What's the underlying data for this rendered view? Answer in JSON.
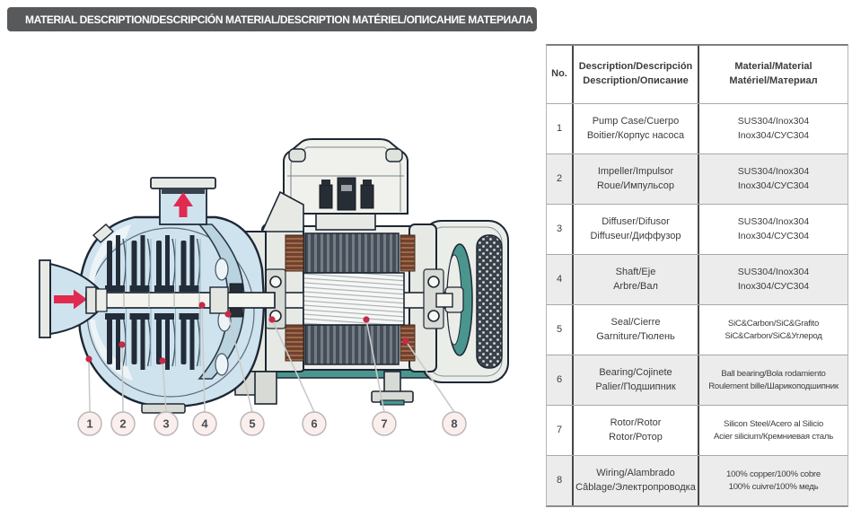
{
  "header": {
    "title": "MATERIAL DESCRIPTION/DESCRIPCIÓN MATERIAL/DESCRIPTION MATÉRIEL/ОПИСАНИЕ МАТЕРИАЛА"
  },
  "diagram": {
    "type": "multistage-centrifugal-pump-cross-section",
    "flow_arrows": [
      "inlet-right",
      "outlet-up"
    ],
    "callouts": [
      {
        "label": "1"
      },
      {
        "label": "2"
      },
      {
        "label": "3"
      },
      {
        "label": "4"
      },
      {
        "label": "5"
      },
      {
        "label": "6"
      },
      {
        "label": "7"
      },
      {
        "label": "8"
      }
    ]
  },
  "table": {
    "headers": {
      "no": "No.",
      "description_line1": "Description/Descripción",
      "description_line2": "Description/Описание",
      "material_line1": "Material/Material",
      "material_line2": "Matériel/Материал"
    },
    "rows": [
      {
        "no": "1",
        "desc1": "Pump Case/Cuerpo",
        "desc2": "Boitier/Корпус насоса",
        "mat1": "SUS304/Inox304",
        "mat2": "Inox304/СУС304"
      },
      {
        "no": "2",
        "desc1": "Impeller/Impulsor",
        "desc2": "Roue/Импульсор",
        "mat1": "SUS304/Inox304",
        "mat2": "Inox304/СУС304"
      },
      {
        "no": "3",
        "desc1": "Diffuser/Difusor",
        "desc2": "Diffuseur/Диффузор",
        "mat1": "SUS304/Inox304",
        "mat2": "Inox304/СУС304"
      },
      {
        "no": "4",
        "desc1": "Shaft/Eje",
        "desc2": "Arbre/Вал",
        "mat1": "SUS304/Inox304",
        "mat2": "Inox304/СУС304"
      },
      {
        "no": "5",
        "desc1": "Seal/Cierre",
        "desc2": "Garniture/Тюлень",
        "mat1": "SiC&Carbon/SiC&Grafito",
        "mat2": "SiC&Carbon/SiC&Углерод"
      },
      {
        "no": "6",
        "desc1": "Bearing/Cojinete",
        "desc2": "Palier/Подшипник",
        "mat1": "Ball bearing/Bola rodamiento",
        "mat2": "Roulement bille/Шарикоподшипник"
      },
      {
        "no": "7",
        "desc1": "Rotor/Rotor",
        "desc2": "Rotor/Ротор",
        "mat1": "Silicon Steel/Acero al Silicio",
        "mat2": "Acier silicium/Кремниевая сталь"
      },
      {
        "no": "8",
        "desc1": "Wiring/Alambrado",
        "desc2": "Câblage/Электропроводка",
        "mat1": "100% copper/100% cobre",
        "mat2": "100% cuivre/100% медь"
      }
    ]
  },
  "colors": {
    "header_bar": "#58595b",
    "accent_red": "#e02a50",
    "leader_dot_red": "#c8294a",
    "teal": "#4a968f",
    "light_blue": "#cfe3ee",
    "outline": "#1d2734",
    "copper": "#8a5a3c",
    "callout_fill": "#fbefee",
    "callout_border": "#bcb6b6",
    "row_alt": "#ececec"
  }
}
